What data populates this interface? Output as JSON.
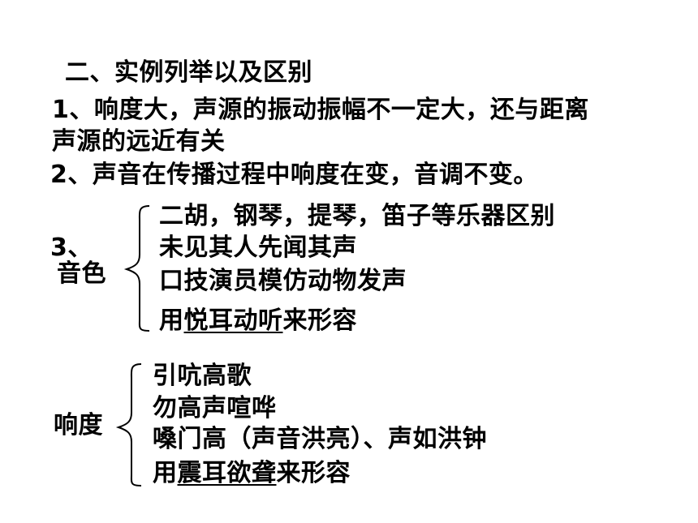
{
  "heading": "二、实例列举以及区别",
  "point1": {
    "line1": "1、响度大，声源的振动振幅不一定大，还与距离",
    "line2": "声源的远近有关"
  },
  "point2": "2、声音在传播过程中响度在变，音调不变。",
  "point3": {
    "number": "3、",
    "label": "音色",
    "items": [
      {
        "text": "二胡，钢琴，提琴，笛子等乐器区别"
      },
      {
        "text": "未见其人先闻其声"
      },
      {
        "text": "口技演员模仿动物发声"
      },
      {
        "prefix": "用",
        "underlined": "悦耳动听",
        "suffix": "来形容"
      }
    ]
  },
  "loudness": {
    "label": "响度",
    "items": [
      {
        "text": "引吭高歌"
      },
      {
        "text": "勿高声喧哗"
      },
      {
        "text": "嗓门高（声音洪亮）、声如洪钟"
      },
      {
        "prefix": "用",
        "underlined": "震耳欲聋",
        "suffix": "来形容"
      }
    ]
  }
}
